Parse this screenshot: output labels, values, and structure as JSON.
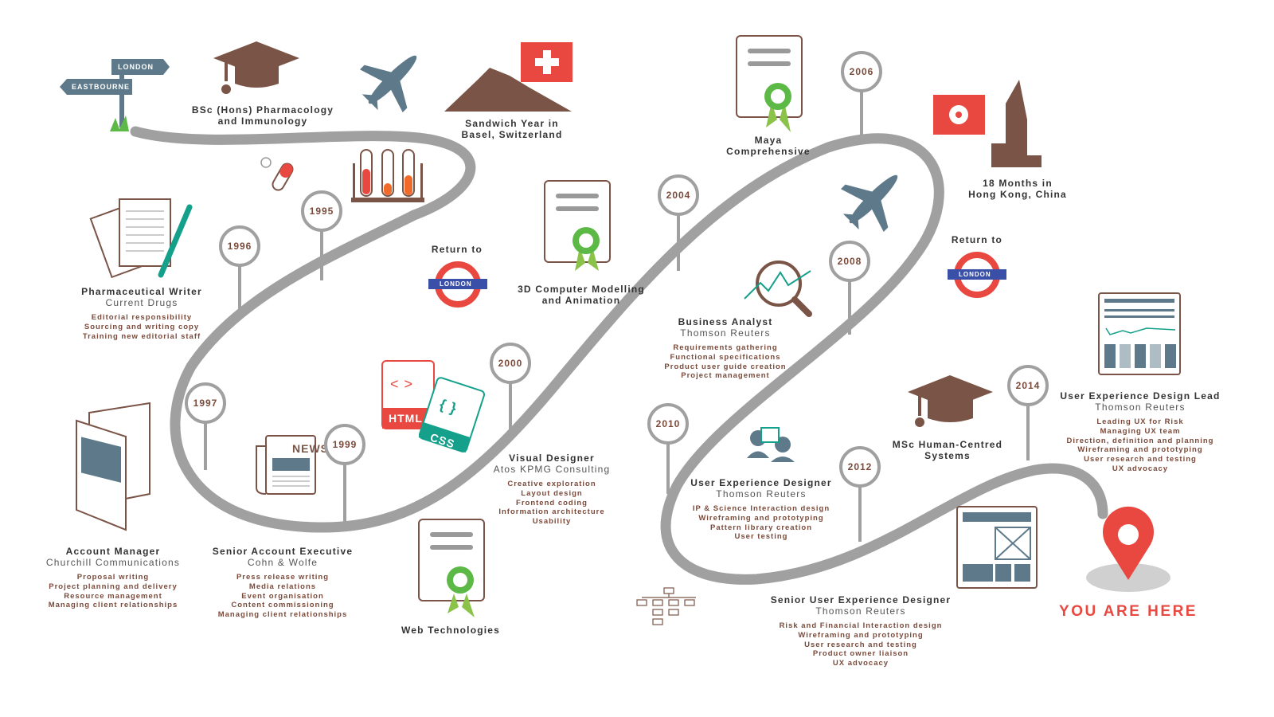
{
  "years": [
    "1995",
    "1996",
    "1997",
    "1999",
    "2000",
    "2004",
    "2006",
    "2008",
    "2010",
    "2012",
    "2014"
  ],
  "signpost": {
    "top": "LONDON",
    "bottom": "EASTBOURNE"
  },
  "education": [
    {
      "title": "BSc (Hons) Pharmacology",
      "title2": "and Immunology"
    },
    {
      "title": "Sandwich Year in",
      "title2": "Basel, Switzerland"
    },
    {
      "title": "3D Computer Modelling",
      "title2": "and Animation"
    },
    {
      "title": "Web Technologies"
    },
    {
      "title": "Maya",
      "title2": "Comprehensive"
    },
    {
      "title": "18 Months in",
      "title2": "Hong Kong, China"
    },
    {
      "title": "MSc Human-Centred",
      "title2": "Systems"
    }
  ],
  "return1": {
    "label": "Return to",
    "badge": "LONDON"
  },
  "return2": {
    "label": "Return to",
    "badge": "LONDON"
  },
  "icon_labels": {
    "news": "NEWS",
    "html": "HTML",
    "css": "CSS",
    "html_tag": "< >",
    "css_tag": "{ }"
  },
  "jobs": [
    {
      "title": "Pharmaceutical Writer",
      "company": "Current Drugs",
      "bullets": [
        "Editorial responsibility",
        "Sourcing and writing copy",
        "Training new editorial staff"
      ]
    },
    {
      "title": "Account Manager",
      "company": "Churchill Communications",
      "bullets": [
        "Proposal writing",
        "Project planning and delivery",
        "Resource management",
        "Managing client relationships"
      ]
    },
    {
      "title": "Senior Account Executive",
      "company": "Cohn & Wolfe",
      "bullets": [
        "Press release writing",
        "Media relations",
        "Event organisation",
        "Content commissioning",
        "Managing client relationships"
      ]
    },
    {
      "title": "Visual Designer",
      "company": "Atos KPMG Consulting",
      "bullets": [
        "Creative exploration",
        "Layout design",
        "Frontend coding",
        "Information architecture",
        "Usability"
      ]
    },
    {
      "title": "Business Analyst",
      "company": "Thomson Reuters",
      "bullets": [
        "Requirements gathering",
        "Functional specifications",
        "Product user guide creation",
        "Project management"
      ]
    },
    {
      "title": "User Experience Designer",
      "company": "Thomson Reuters",
      "bullets": [
        "IP & Science Interaction design",
        "Wireframing and prototyping",
        "Pattern library creation",
        "User testing"
      ]
    },
    {
      "title": "Senior User Experience Designer",
      "company": "Thomson Reuters",
      "bullets": [
        "Risk and Financial Interaction design",
        "Wireframing and prototyping",
        "User research and testing",
        "Product owner liaison",
        "UX advocacy"
      ]
    },
    {
      "title": "User Experience Design Lead",
      "company": "Thomson Reuters",
      "bullets": [
        "Leading UX for Risk",
        "Managing UX team",
        "Direction, definition and planning",
        "Wireframing and prototyping",
        "User research and testing",
        "UX advocacy"
      ]
    }
  ],
  "you_are_here": "YOU ARE HERE",
  "colors": {
    "road": "#a0a0a0",
    "brown": "#7a5446",
    "slate": "#5e7a8a",
    "green": "#5cb946",
    "red": "#e8483f",
    "teal": "#14a08a"
  }
}
